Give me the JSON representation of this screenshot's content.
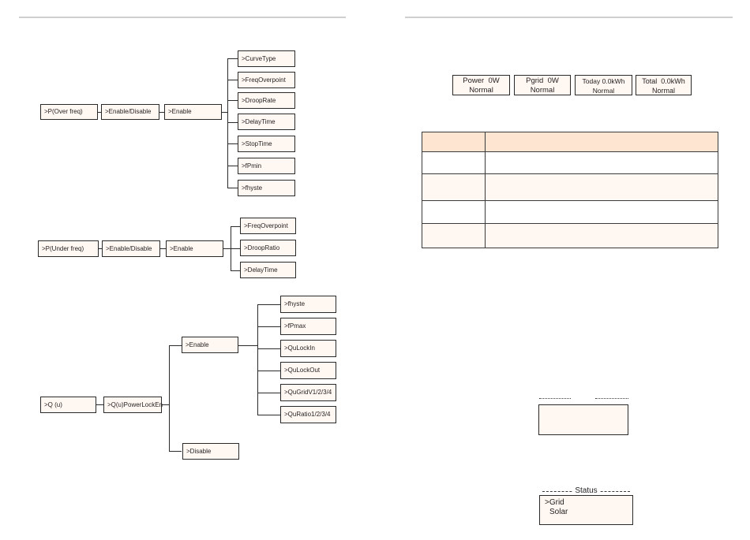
{
  "over_freq": {
    "root": ">P(Over freq)",
    "mid": ">Enable/Disable",
    "enable": ">Enable",
    "items": [
      ">CurveType",
      ">FreqOverpoint",
      ">DroopRate",
      ">DelayTime",
      ">StopTime",
      ">fPmin",
      ">fhyste"
    ]
  },
  "under_freq": {
    "root": ">P(Under freq)",
    "mid": ">Enable/Disable",
    "enable": ">Enable",
    "items": [
      ">FreqOverpoint",
      ">DroopRatio",
      ">DelayTime"
    ]
  },
  "qu": {
    "root": ">Q (u)",
    "mid": ">Q(u)PowerLockEn",
    "enable": ">Enable",
    "disable": ">Disable",
    "items": [
      ">fhyste",
      ">fPmax",
      ">QuLockIn",
      ">QuLockOut",
      ">QuGridV1/2/3/4",
      ">QuRatio1/2/3/4"
    ]
  },
  "lcd": {
    "power": {
      "label": "Power",
      "value": "0W",
      "status": "Normal"
    },
    "pgrid": {
      "label": "Pgrid",
      "value": "0W",
      "status": "Normal"
    },
    "today": {
      "label": "Today",
      "value": "0.0kWh",
      "status": "Normal"
    },
    "total": {
      "label": "Total",
      "value": "0.0kWh",
      "status": "Normal"
    }
  },
  "table": {
    "headers": [
      "",
      ""
    ],
    "rows": [
      [
        "",
        ""
      ],
      [
        "",
        ""
      ],
      [
        "",
        ""
      ],
      [
        "",
        ""
      ]
    ]
  },
  "status_menu": {
    "title": "Status",
    "items": [
      ">Grid",
      "Solar"
    ]
  },
  "colors": {
    "box_fill": "#fff8f2",
    "table_header": "#fde5d2",
    "rule": "#cfcfcf"
  }
}
